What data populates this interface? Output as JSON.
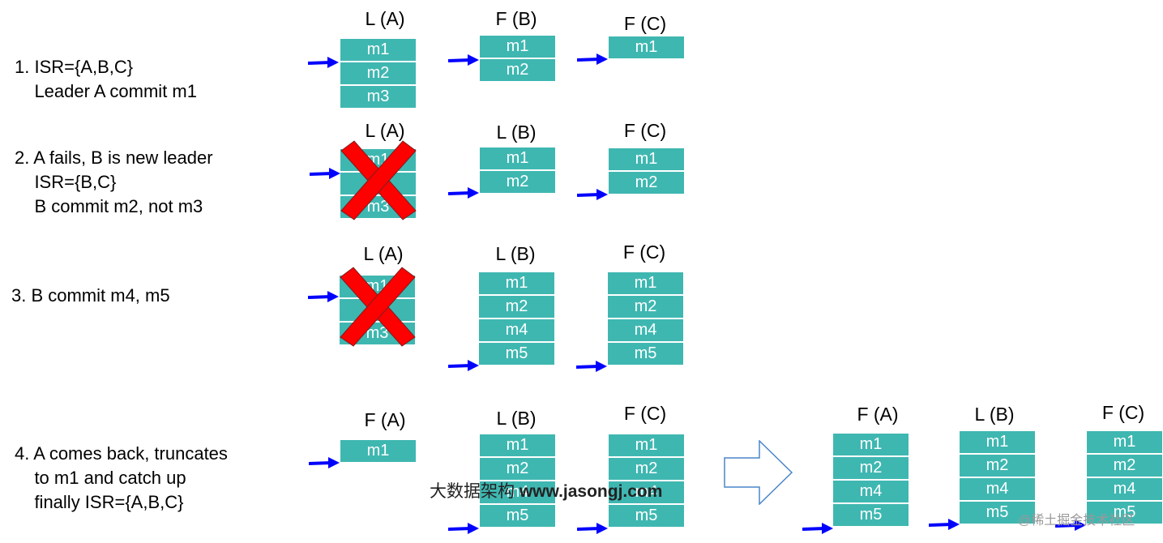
{
  "steps": [
    {
      "text": "1. ISR={A,B,C}\n    Leader A commit m1"
    },
    {
      "text": "2. A fails, B is new leader\n    ISR={B,C}\n    B commit m2, not m3"
    },
    {
      "text": "3. B commit m4, m5"
    },
    {
      "text": "4. A comes back, truncates\n    to m1 and catch up\n    finally ISR={A,B,C}"
    }
  ],
  "nodes": [
    {
      "label": "L (A)",
      "msgs": [
        "m1",
        "m2",
        "m3"
      ]
    },
    {
      "label": "F (B)",
      "msgs": [
        "m1",
        "m2"
      ]
    },
    {
      "label": "F (C)",
      "msgs": [
        "m1"
      ]
    },
    {
      "label": "L (A)",
      "msgs": [
        "m1",
        "m2",
        "m3"
      ],
      "failed": true
    },
    {
      "label": "L (B)",
      "msgs": [
        "m1",
        "m2"
      ]
    },
    {
      "label": "F (C)",
      "msgs": [
        "m1",
        "m2"
      ]
    },
    {
      "label": "L (A)",
      "msgs": [
        "m1",
        "m2",
        "m3"
      ],
      "failed": true
    },
    {
      "label": "L (B)",
      "msgs": [
        "m1",
        "m2",
        "m4",
        "m5"
      ]
    },
    {
      "label": "F (C)",
      "msgs": [
        "m1",
        "m2",
        "m4",
        "m5"
      ]
    },
    {
      "label": "F (A)",
      "msgs": [
        "m1"
      ]
    },
    {
      "label": "L (B)",
      "msgs": [
        "m1",
        "m2",
        "m4",
        "m5"
      ]
    },
    {
      "label": "F (C)",
      "msgs": [
        "m1",
        "m2",
        "m4",
        "m5"
      ]
    },
    {
      "label": "F (A)",
      "msgs": [
        "m1",
        "m2",
        "m4",
        "m5"
      ]
    },
    {
      "label": "L (B)",
      "msgs": [
        "m1",
        "m2",
        "m4",
        "m5"
      ]
    },
    {
      "label": "F (C)",
      "msgs": [
        "m1",
        "m2",
        "m4",
        "m5"
      ]
    }
  ],
  "watermark": {
    "cn": "大数据架构",
    "url": "www.jasongj.com"
  },
  "corner_watermark": "@稀土掘金技术社区",
  "colors": {
    "cell": "#3fb7b1",
    "arrow": "#0000ff",
    "cross": "#ff0000"
  }
}
